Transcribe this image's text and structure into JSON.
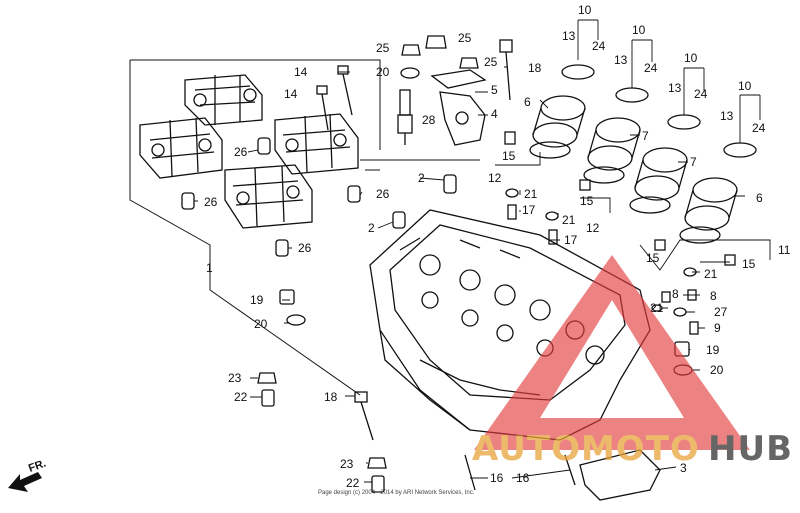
{
  "labels": [
    {
      "id": "l10a",
      "text": "10"
    },
    {
      "id": "l10b",
      "text": "10"
    },
    {
      "id": "l10c",
      "text": "10"
    },
    {
      "id": "l10d",
      "text": "10"
    },
    {
      "id": "l13a",
      "text": "13"
    },
    {
      "id": "l24a",
      "text": "24"
    },
    {
      "id": "l13b",
      "text": "13"
    },
    {
      "id": "l24b",
      "text": "24"
    },
    {
      "id": "l13c",
      "text": "13"
    },
    {
      "id": "l24c",
      "text": "24"
    },
    {
      "id": "l13d",
      "text": "13"
    },
    {
      "id": "l24d",
      "text": "24"
    },
    {
      "id": "l25a",
      "text": "25"
    },
    {
      "id": "l25b",
      "text": "25"
    },
    {
      "id": "l25c",
      "text": "25"
    },
    {
      "id": "l20a",
      "text": "20"
    },
    {
      "id": "l5",
      "text": "5"
    },
    {
      "id": "l4",
      "text": "4"
    },
    {
      "id": "l18a",
      "text": "18"
    },
    {
      "id": "l14a",
      "text": "14"
    },
    {
      "id": "l14b",
      "text": "14"
    },
    {
      "id": "l28",
      "text": "28"
    },
    {
      "id": "l6a",
      "text": "6"
    },
    {
      "id": "l7a",
      "text": "7"
    },
    {
      "id": "l7b",
      "text": "7"
    },
    {
      "id": "l6b",
      "text": "6"
    },
    {
      "id": "l15a",
      "text": "15"
    },
    {
      "id": "l12a",
      "text": "12"
    },
    {
      "id": "l21a",
      "text": "21"
    },
    {
      "id": "l17a",
      "text": "17"
    },
    {
      "id": "l15b",
      "text": "15"
    },
    {
      "id": "l21b",
      "text": "21"
    },
    {
      "id": "l12b",
      "text": "12"
    },
    {
      "id": "l17b",
      "text": "17"
    },
    {
      "id": "l2a",
      "text": "2"
    },
    {
      "id": "l2b",
      "text": "2"
    },
    {
      "id": "l26a",
      "text": "26"
    },
    {
      "id": "l26b",
      "text": "26"
    },
    {
      "id": "l26c",
      "text": "26"
    },
    {
      "id": "l26d",
      "text": "26"
    },
    {
      "id": "l1",
      "text": "1"
    },
    {
      "id": "l11",
      "text": "11"
    },
    {
      "id": "l15c",
      "text": "15"
    },
    {
      "id": "l15d",
      "text": "15"
    },
    {
      "id": "l21c",
      "text": "21"
    },
    {
      "id": "l21d",
      "text": "21"
    },
    {
      "id": "l8a",
      "text": "8"
    },
    {
      "id": "l8b",
      "text": "8"
    },
    {
      "id": "l27",
      "text": "27"
    },
    {
      "id": "l9",
      "text": "9"
    },
    {
      "id": "l19a",
      "text": "19"
    },
    {
      "id": "l20b",
      "text": "20"
    },
    {
      "id": "l19b",
      "text": "19"
    },
    {
      "id": "l20c",
      "text": "20"
    },
    {
      "id": "l23a",
      "text": "23"
    },
    {
      "id": "l22a",
      "text": "22"
    },
    {
      "id": "l18b",
      "text": "18"
    },
    {
      "id": "l23b",
      "text": "23"
    },
    {
      "id": "l22b",
      "text": "22"
    },
    {
      "id": "l16a",
      "text": "16"
    },
    {
      "id": "l16b",
      "text": "16"
    },
    {
      "id": "l3",
      "text": "3"
    }
  ],
  "direction_label": "FR.",
  "watermark": {
    "part1": "AUTOMOTO",
    "part2": "HUB",
    "color_primary": "#e8a23a",
    "color_secondary": "#333333",
    "triangle_color": "#e23b3b"
  },
  "copyright": "Page design (c) 2004 - 2014 by ARI Network Services, Inc."
}
